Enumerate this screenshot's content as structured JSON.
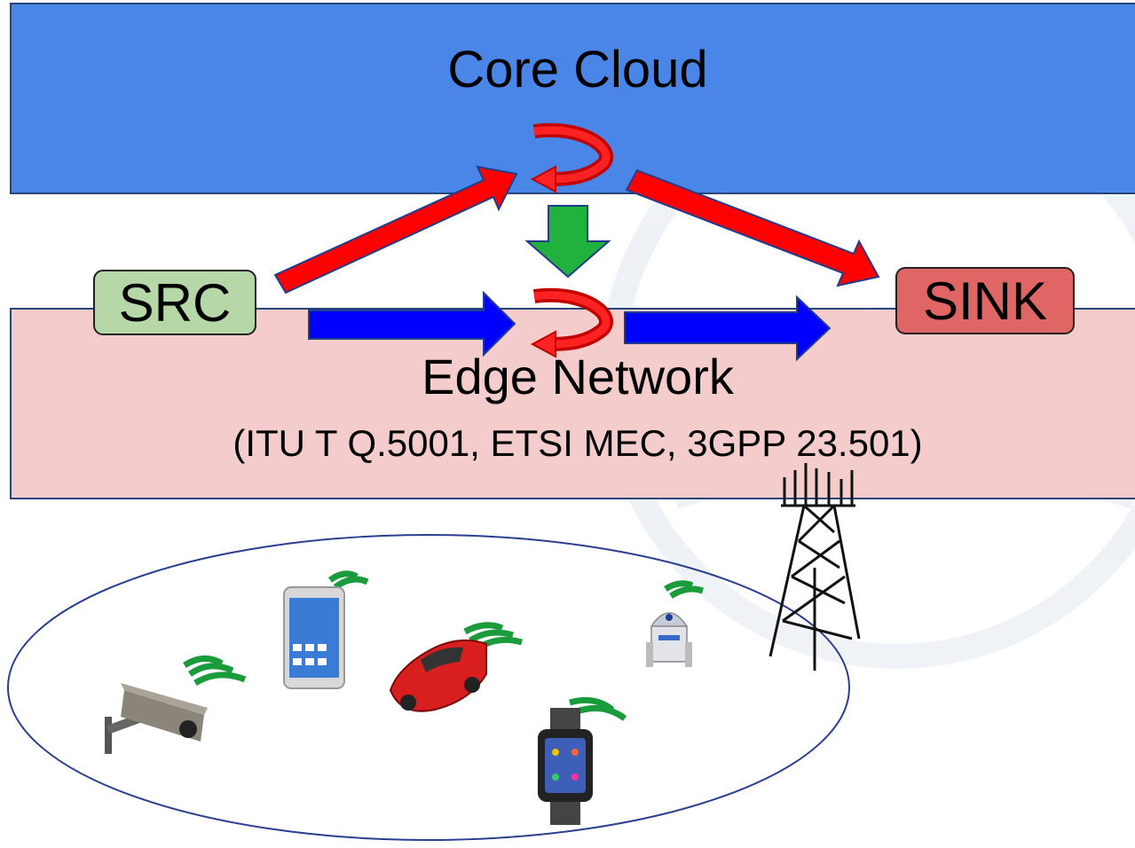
{
  "core_layer": {
    "label": "Core Cloud",
    "color": "#4a86e8"
  },
  "edge_layer": {
    "label": "Edge Network",
    "standards": "(ITU T Q.5001, ETSI MEC, 3GPP 23.501)",
    "color": "#f4cccc"
  },
  "src": {
    "label": "SRC",
    "color": "#b6d7a8"
  },
  "sink": {
    "label": "SINK",
    "color": "#e06666"
  },
  "devices": [
    "camera",
    "smartphone",
    "car",
    "robot",
    "smartwatch",
    "cell-tower"
  ]
}
